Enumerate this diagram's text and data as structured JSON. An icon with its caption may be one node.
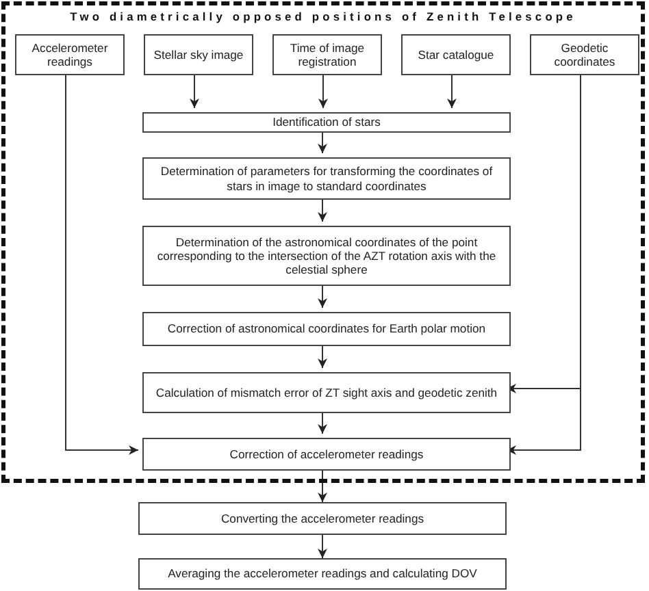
{
  "diagram": {
    "nodes": [
      {
        "text": [
          "Two diametrically opposed positions of Zenith Telescope"
        ]
      },
      {
        "text": [
          "Accelerometer readings"
        ],
        "in": 0
      },
      {
        "text": [
          "Stellar sky image"
        ],
        "in": 0
      },
      {
        "text": [
          "Time of image registration"
        ],
        "in": 0
      },
      {
        "text": [
          "Star catalogue"
        ],
        "in": 0
      },
      {
        "text": [
          "Geodetic coordinates"
        ],
        "in": 0
      },
      {
        "text": [
          "Identification of stars"
        ],
        "in": 0
      },
      {
        "text": [
          "Determination of parameters for transforming the coordinates of stars in image to standard coordinates"
        ],
        "in": 0
      },
      {
        "text": [
          "Determination of the astronomical coordinates of the point corresponding to the intersection of the AZT rotation axis with the celestial sphere"
        ],
        "in": 0
      },
      {
        "text": [
          "Correction of astronomical coordinates for Earth polar motion"
        ],
        "in": 0
      },
      {
        "text": [
          "Calculation of mismatch error of ZT sight axis and geodetic zenith"
        ],
        "in": 0
      },
      {
        "text": [
          "Correction of accelerometer readings"
        ],
        "in": 0
      },
      {
        "text": [
          "Converting the accelerometer readings"
        ]
      },
      {
        "text": [
          "Averaging the accelerometer readings and calculating DOV"
        ]
      }
    ],
    "edges": [
      {
        "from": 2,
        "to": 6,
        "arrow": "to"
      },
      {
        "from": 3,
        "to": 6,
        "arrow": "to"
      },
      {
        "from": 4,
        "to": 6,
        "arrow": "to"
      },
      {
        "from": 6,
        "to": 7,
        "arrow": "to"
      },
      {
        "from": 7,
        "to": 8,
        "arrow": "to"
      },
      {
        "from": 8,
        "to": 9,
        "arrow": "to"
      },
      {
        "from": 9,
        "to": 10,
        "arrow": "to"
      },
      {
        "from": 10,
        "to": 11,
        "arrow": "to"
      },
      {
        "from": 5,
        "to": 10,
        "arrow": "to"
      },
      {
        "from": 5,
        "to": 11,
        "arrow": "to"
      },
      {
        "from": 1,
        "to": 11,
        "arrow": "to"
      },
      {
        "from": 11,
        "to": 12,
        "arrow": "to"
      },
      {
        "from": 12,
        "to": 13,
        "arrow": "to"
      }
    ]
  }
}
